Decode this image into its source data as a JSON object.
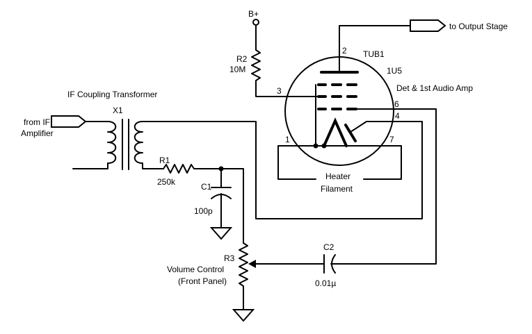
{
  "labels": {
    "b_plus": "B+",
    "to_output": "to Output Stage",
    "r2_name": "R2",
    "r2_value": "10M",
    "tube_name": "TUB1",
    "tube_type": "1U5",
    "tube_desc": "Det & 1st Audio Amp",
    "pin2": "2",
    "pin3": "3",
    "pin6": "6",
    "pin4": "4",
    "pin1": "1",
    "pin7": "7",
    "transformer_title": "IF Coupling Transformer",
    "x1": "X1",
    "from_if_line1": "from IF",
    "from_if_line2": "Amplifier",
    "r1_name": "R1",
    "r1_value": "250k",
    "c1_name": "C1",
    "c1_value": "100p",
    "heater_line1": "Heater",
    "heater_line2": "Filament",
    "r3_name": "R3",
    "r3_line1": "Volume Control",
    "r3_line2": "(Front Panel)",
    "c2_name": "C2",
    "c2_value": "0.01µ"
  }
}
